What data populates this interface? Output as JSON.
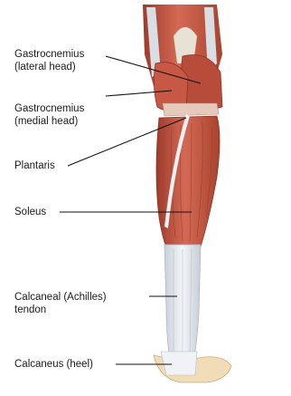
{
  "diagram": {
    "labels": [
      {
        "id": "gastroc-lateral",
        "text": "Gastrocnemius\n(lateral head)"
      },
      {
        "id": "gastroc-medial",
        "text": "Gastrocnemius\n(medial head)"
      },
      {
        "id": "plantaris",
        "text": "Plantaris"
      },
      {
        "id": "soleus",
        "text": "Soleus"
      },
      {
        "id": "achilles",
        "text": "Calcaneal (Achilles)\ntendon"
      },
      {
        "id": "calcaneus",
        "text": "Calcaneus (heel)"
      }
    ]
  },
  "colors": {
    "muscle_dark": "#9e3a2c",
    "muscle": "#c65845",
    "muscle_light": "#e0866f",
    "tendon": "#dfe4ea",
    "bone": "#f2dcb8",
    "leader_line": "#111111"
  }
}
